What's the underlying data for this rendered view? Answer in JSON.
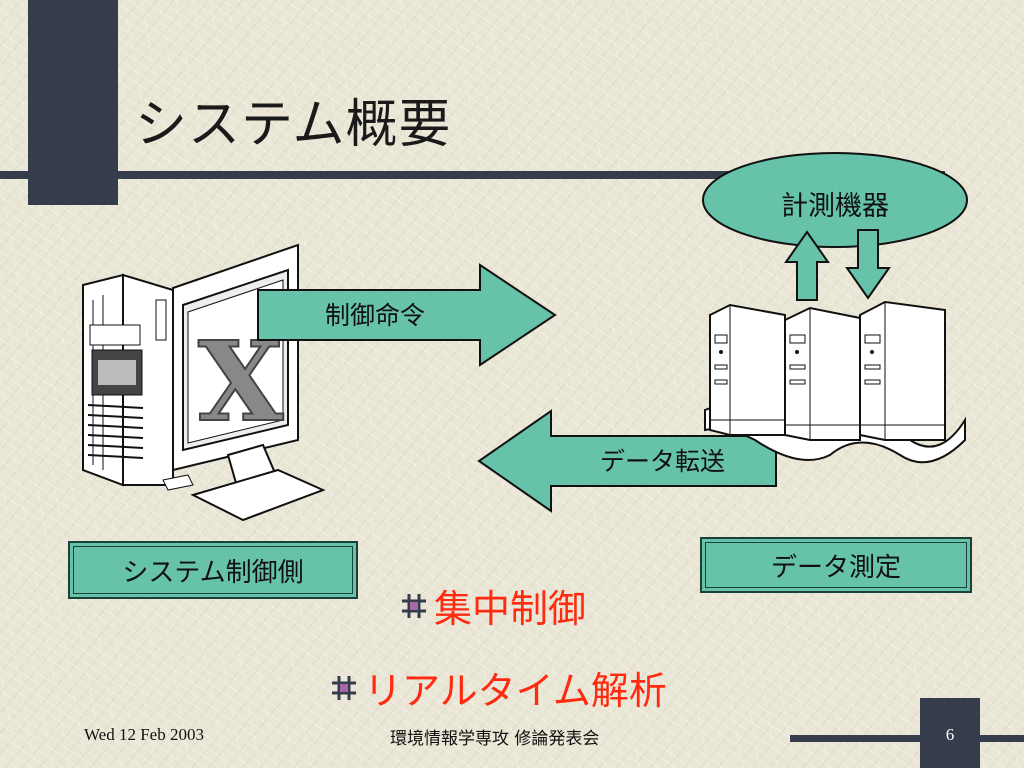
{
  "slide": {
    "title": "システム概要",
    "instrument_label": "計測機器",
    "control_arrow_label": "制御命令",
    "transfer_arrow_label": "データ転送",
    "left_box_label": "システム制御側",
    "right_box_label": "データ測定",
    "bullets": [
      "集中制御",
      "リアルタイム解析"
    ],
    "accent_color": "#ff2a10",
    "teal_color": "#66c2a8",
    "dark_color": "#353c4c"
  },
  "footer": {
    "date": "Wed 12 Feb 2003",
    "center": "環境情報学専攻 修論発表会",
    "page": "6"
  }
}
